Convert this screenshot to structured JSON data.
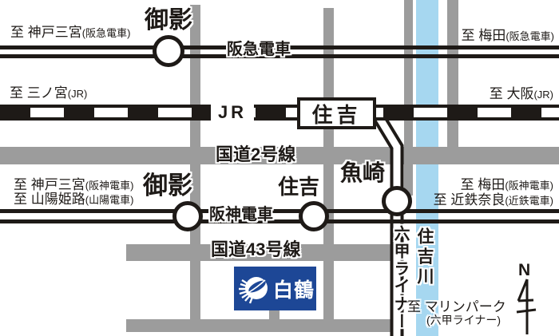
{
  "stations": {
    "mikage_hankyu": "御影",
    "mikage_hanshin": "御影",
    "sumiyoshi_jr": "住吉",
    "sumiyoshi_hanshin": "住吉",
    "uozaki": "魚崎"
  },
  "lines": {
    "hankyu": "阪急電車",
    "jr": "JR",
    "hanshin": "阪神電車",
    "rokko_liner": "六甲ライナー"
  },
  "roads": {
    "route2": "国道2号線",
    "route43": "国道43号線"
  },
  "river": "住吉川",
  "destinations": {
    "hankyu_west": {
      "main": "至 神戸三宮",
      "sub": "(阪急電車)"
    },
    "hankyu_east": {
      "main": "至 梅田",
      "sub": "(阪急電車)"
    },
    "jr_west": {
      "main": "至 三ノ宮",
      "sub": "(JR)"
    },
    "jr_east": {
      "main": "至 大阪",
      "sub": "(JR)"
    },
    "hanshin_west_sannomiya": {
      "main": "至 神戸三宮",
      "sub": "(阪神電車)"
    },
    "hanshin_west_himeji": {
      "main": "至 山陽姫路",
      "sub": "(山陽電車)"
    },
    "hanshin_east_umeda": {
      "main": "至 梅田",
      "sub": "(阪神電車)"
    },
    "hanshin_east_nara": {
      "main": "至 近鉄奈良",
      "sub": "(近鉄電車)"
    },
    "liner_south": {
      "main": "至 マリンパーク",
      "sub": "(六甲ライナー)"
    }
  },
  "landmarks": {
    "hakutsuru": "白鶴"
  },
  "compass": {
    "label": "N"
  },
  "colors": {
    "road_gray": "#9c9c9c",
    "river_blue": "#a6d7f0",
    "rail_black": "#1e1a17",
    "hakutsuru_blue": "#1d4796"
  }
}
